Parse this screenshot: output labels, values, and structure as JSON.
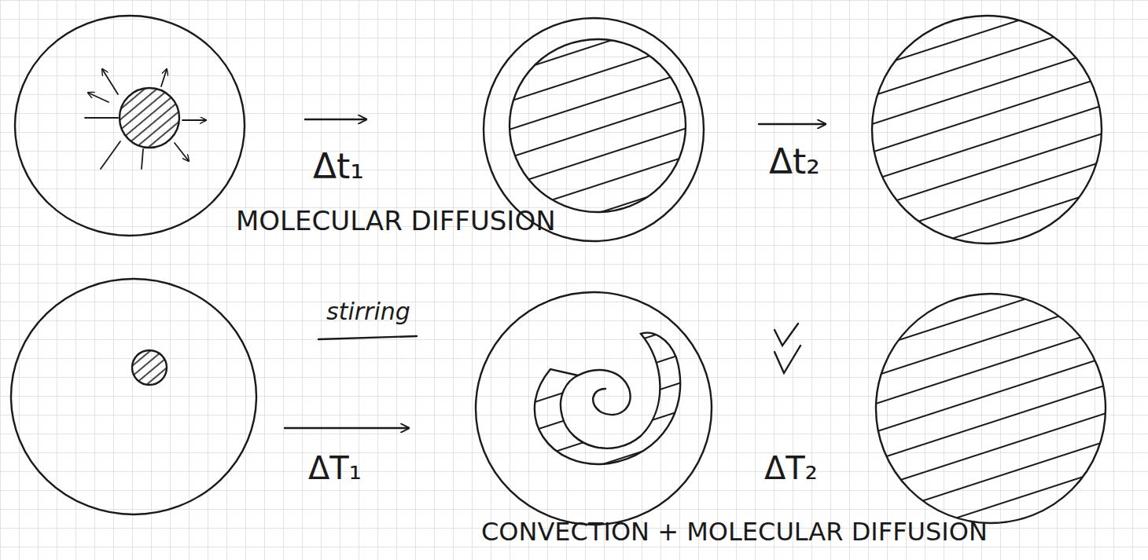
{
  "diagram": {
    "labels": [
      "Δt₁",
      "Δt₂",
      "MOLECULAR DIFFUSION",
      "stirring",
      "ΔT₁",
      "ΔT₂",
      "CONVECTION + MOLECULAR DIFFUSION"
    ]
  }
}
